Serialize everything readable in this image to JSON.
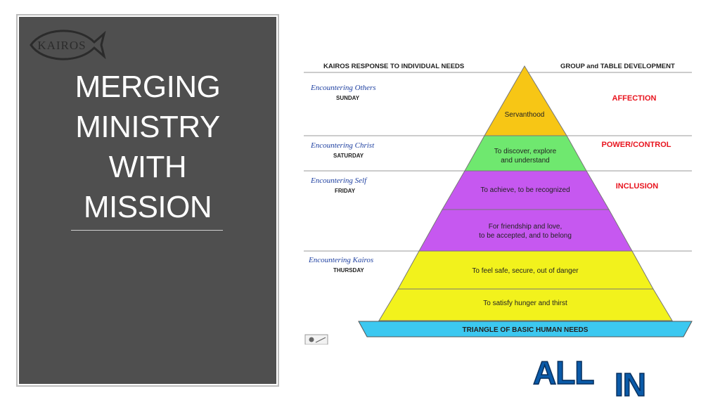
{
  "slide": {
    "title_lines": [
      "MERGING",
      "MINISTRY",
      "WITH",
      "MISSION"
    ],
    "logo_text": "KAIROS",
    "allin": {
      "word1": "ALL",
      "word2": "IN"
    }
  },
  "diagram": {
    "header_left": "KAIROS RESPONSE TO INDIVIDUAL NEEDS",
    "header_right": "GROUP and TABLE DEVELOPMENT",
    "left_labels": [
      {
        "title": "Encountering Others",
        "day": "SUNDAY"
      },
      {
        "title": "Encountering Christ",
        "day": "SATURDAY"
      },
      {
        "title": "Encountering Self",
        "day": "FRIDAY"
      },
      {
        "title": "Encountering Kairos",
        "day": "THURSDAY"
      }
    ],
    "right_labels": [
      "AFFECTION",
      "POWER/CONTROL",
      "INCLUSION"
    ],
    "levels": [
      {
        "text": "Servanthood",
        "color": "#f7c615"
      },
      {
        "text1": "To discover, explore",
        "text2": "and understand",
        "color": "#6fe86f"
      },
      {
        "text": "To achieve, to be recognized",
        "color": "#c658f0"
      },
      {
        "text1": "For friendship and love,",
        "text2": "to be accepted, and to belong",
        "color": "#c658f0"
      },
      {
        "text": "To feel safe, secure, out of danger",
        "color": "#f2f21c"
      },
      {
        "text": "To satisfy hunger and thirst",
        "color": "#f2f21c"
      }
    ],
    "base": {
      "text": "TRIANGLE OF BASIC HUMAN NEEDS",
      "color": "#3cc8f0"
    },
    "colors": {
      "accent_red": "#e8141e",
      "blue_script": "#1d3fa0"
    }
  }
}
